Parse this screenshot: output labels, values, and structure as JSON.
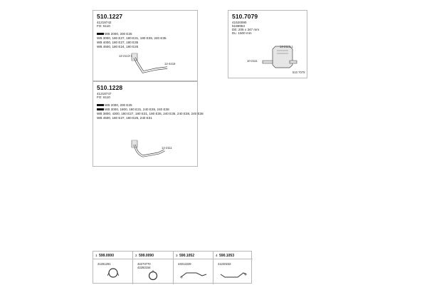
{
  "card1": {
    "part_no": "510.1227",
    "ref": "41218742",
    "fo": "FO: 6110",
    "lines": [
      "WB 2000, 200 E25",
      "WB 3000, 180 E27, 180 E31, 180 E35, 240 E35",
      "WB 4000, 180 E27, 180 E35",
      "WB 4500, 180 E24, 180 E25"
    ],
    "label_a": "12-2113-1",
    "label_b": "12-4419"
  },
  "card2": {
    "part_no": "510.7079",
    "ref": "41520090",
    "ref2": "5188953",
    "dims": "DE: 205 x 347 mm",
    "dims2": "DL: 1500 mm",
    "label_a": "10-2111",
    "label_b": "12-2113-1",
    "label_c": "510 7079"
  },
  "card3": {
    "part_no": "510.1228",
    "ref": "41218747",
    "fo": "FO: 6110",
    "lines": [
      "WB 2000, 200 E25",
      "WB 3000, 1800, 180 E31, 240 E35, 240 E38",
      "WB 3800, 4300, 180 E27, 180 E31, 180 E35, 240 E35, 240 E38, 240 E38",
      "WB 4500, 180 E27, 180 E25, 240 E31"
    ],
    "label_a": "12-2111"
  },
  "strip": [
    {
      "num": "1",
      "part": "599.0000",
      "sub": "41251291"
    },
    {
      "num": "2",
      "part": "599.0090",
      "sub": "42273770",
      "sub2": "42282154"
    },
    {
      "num": "3",
      "part": "590.1052",
      "sub": "44012229"
    },
    {
      "num": "4",
      "part": "590.1053",
      "sub": "41240232"
    }
  ]
}
